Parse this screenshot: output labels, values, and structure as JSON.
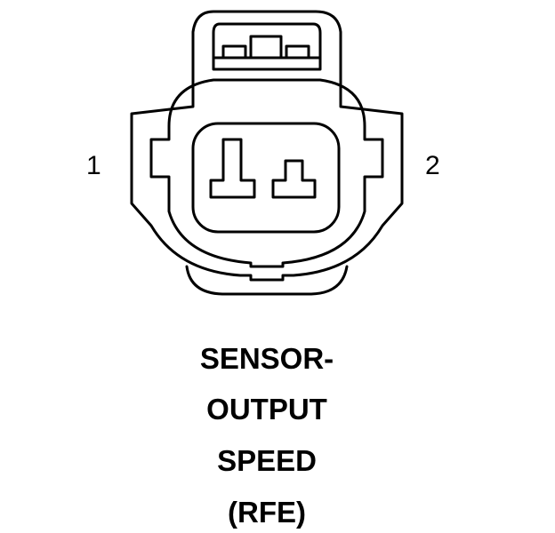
{
  "pins": [
    {
      "number": "1"
    },
    {
      "number": "2"
    }
  ],
  "caption": {
    "line1": "SENSOR-",
    "line2": "OUTPUT",
    "line3": "SPEED",
    "line4": "(RFE)"
  },
  "colors": {
    "stroke": "#000000",
    "background": "#ffffff"
  }
}
